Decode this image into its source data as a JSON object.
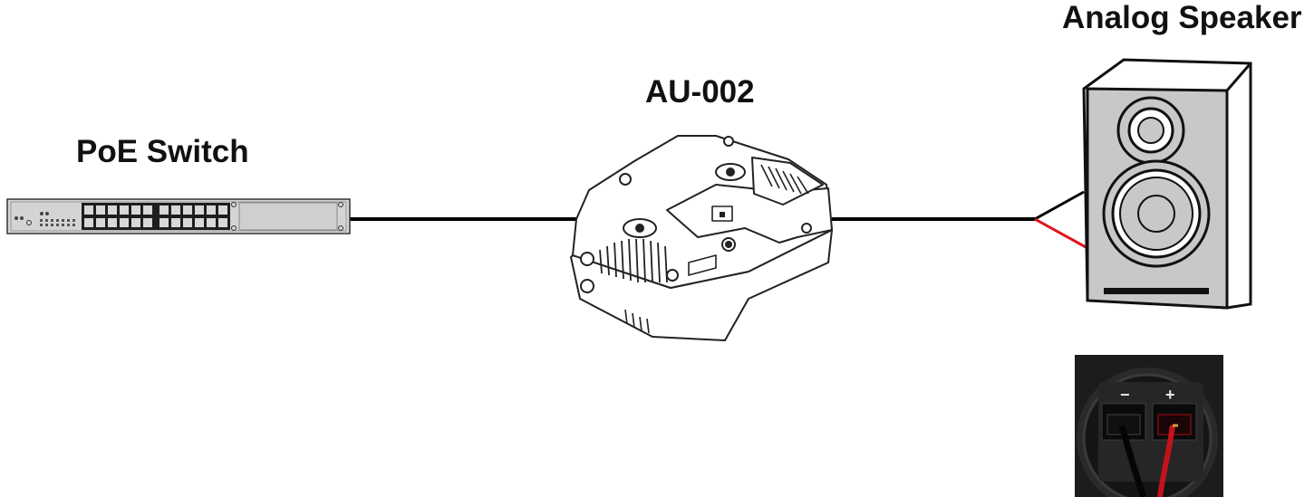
{
  "nodes": {
    "poe_switch": {
      "label": "PoE Switch",
      "icon": "network-switch-icon"
    },
    "au_002": {
      "label": "AU-002",
      "icon": "audio-unit-device-icon"
    },
    "analog_speaker": {
      "label": "Analog Speaker",
      "icon": "speaker-icon"
    }
  },
  "terminal_photo": {
    "minus_mark": "−",
    "plus_mark": "+"
  },
  "colors": {
    "line": "#000000",
    "wire_positive": "#e0141e",
    "device_body": "#ffffff",
    "switch_body": "#d2d2d2",
    "speaker_cabinet": "#c8c8c8"
  }
}
